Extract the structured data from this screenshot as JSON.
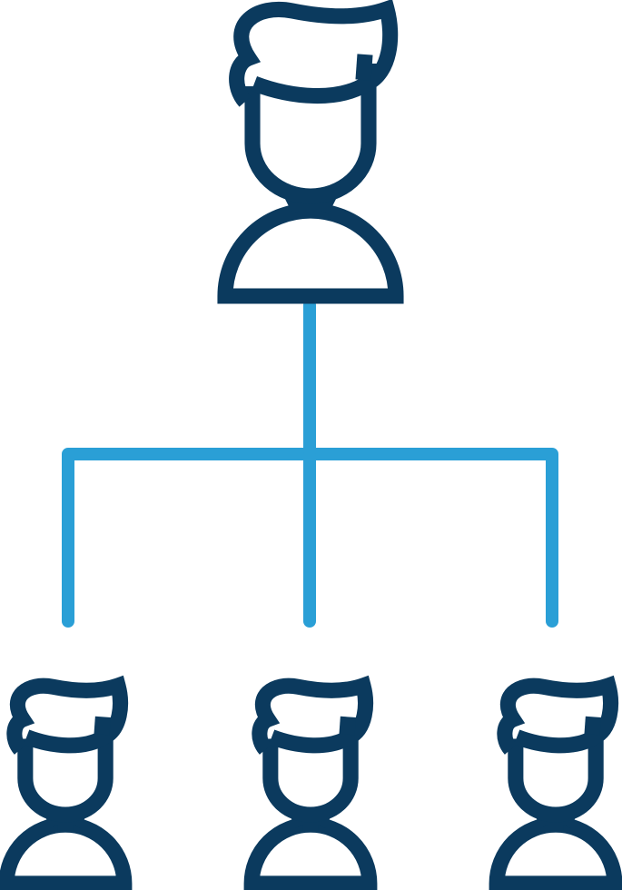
{
  "diagram": {
    "type": "org-chart-icon",
    "colors": {
      "people": "#0b3a5e",
      "connectors": "#2a9fd6",
      "background": "#ffffff"
    },
    "icons": {
      "top": "person-icon",
      "children": [
        "person-icon",
        "person-icon",
        "person-icon"
      ]
    },
    "levels": [
      {
        "role": "manager",
        "count": 1
      },
      {
        "role": "subordinate",
        "count": 3
      }
    ]
  }
}
